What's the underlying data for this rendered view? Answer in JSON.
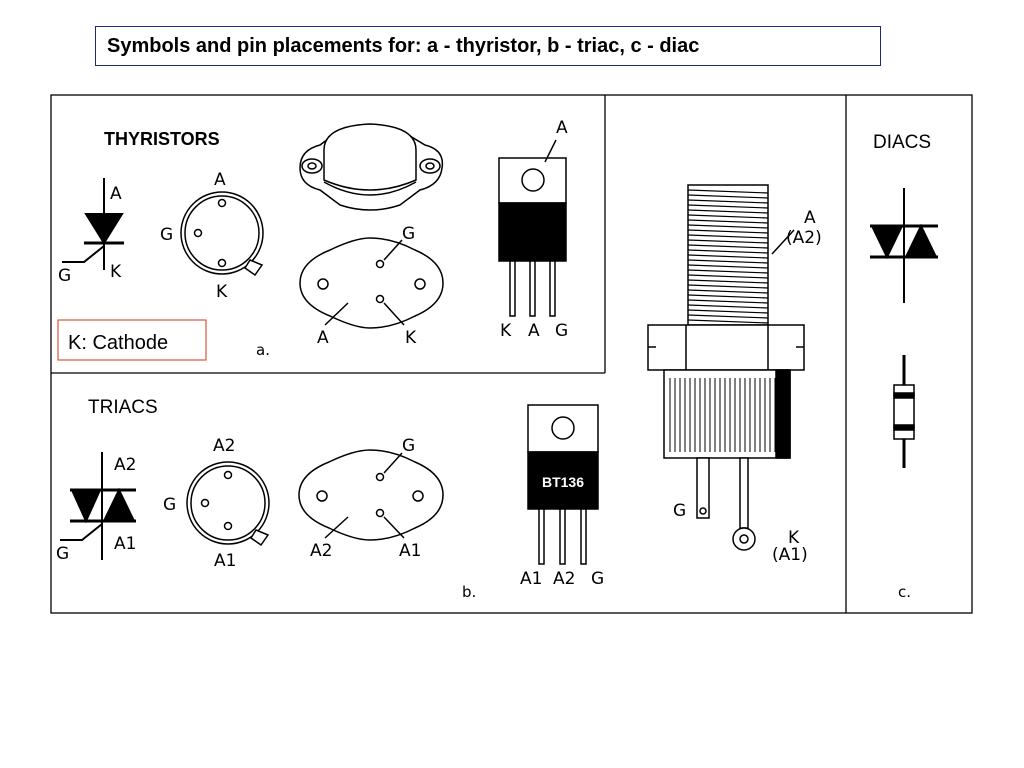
{
  "title": "Symbols and pin placements for: a - thyristor, b - triac, c - diac",
  "thyristors": {
    "heading": "THYRISTORS",
    "symbol": {
      "a": "A",
      "g": "G",
      "k": "K"
    },
    "to5": {
      "a": "A",
      "g": "G",
      "k": "K"
    },
    "to3": {
      "g": "G",
      "a": "A",
      "k": "K"
    },
    "to220": {
      "a": "A",
      "pins": [
        "K",
        "A",
        "G"
      ]
    },
    "note": "K: Cathode",
    "caption": "a."
  },
  "triacs": {
    "heading": "TRIACS",
    "symbol": {
      "a2": "A2",
      "g": "G",
      "a1": "A1"
    },
    "to5": {
      "a2": "A2",
      "g": "G",
      "a1": "A1"
    },
    "to3": {
      "g": "G",
      "a2": "A2",
      "a1": "A1"
    },
    "to220": {
      "part": "BT136",
      "pins": [
        "A1",
        "A2",
        "G"
      ]
    },
    "caption": "b."
  },
  "stud": {
    "a": "A",
    "a2": "(A2)",
    "g": "G",
    "k": "K",
    "a1": "(A1)"
  },
  "diacs": {
    "heading": "DIACS",
    "caption": "c."
  },
  "colors": {
    "title_border": "#1a2a7a",
    "note_border": "#d9634b",
    "ink": "#000000"
  }
}
